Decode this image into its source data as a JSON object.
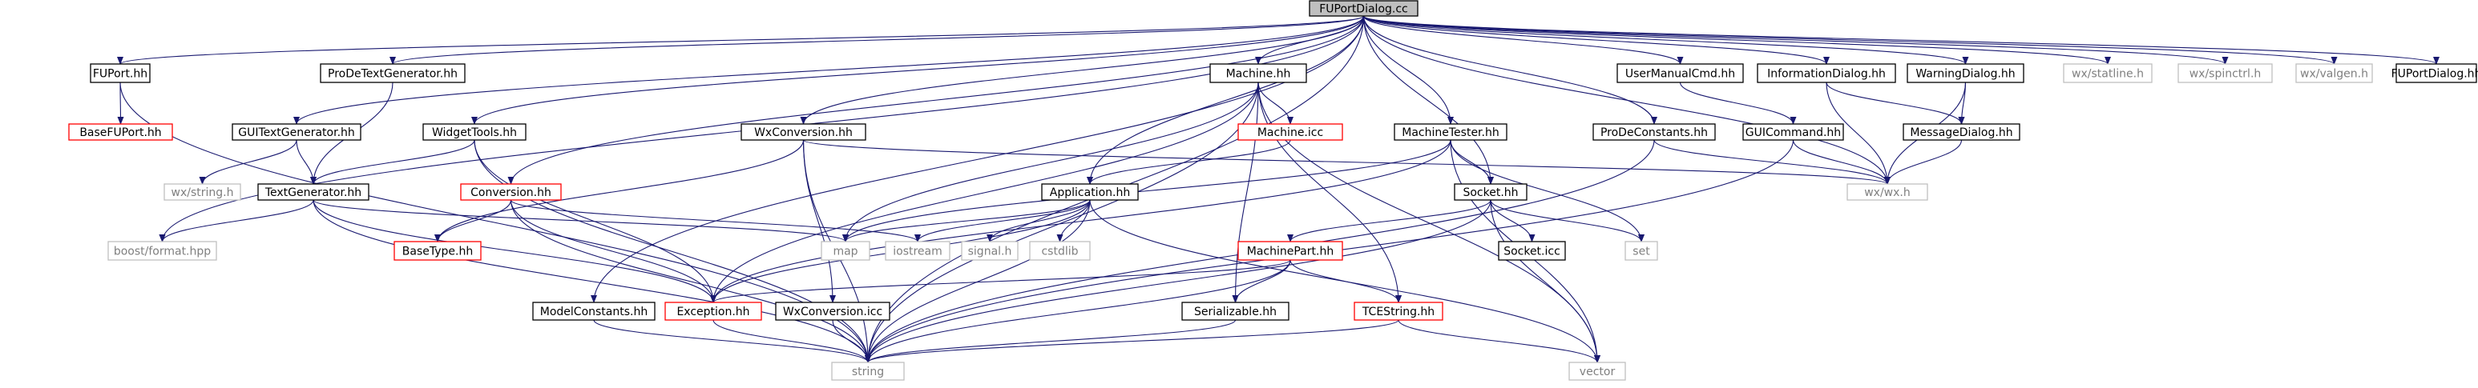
{
  "diagram": {
    "title": "FUPortDialog.cc",
    "colors": {
      "edge": "#191970",
      "edge_include_missing": "#8b1a1a",
      "node_documented": "#000000",
      "node_undocumented": "#ff0000",
      "node_external": "#bfbfbf",
      "node_root_fill": "#bfbfbf"
    },
    "nodes": [
      {
        "id": "root",
        "label": "FUPortDialog.cc",
        "kind": "root"
      },
      {
        "id": "FUPort",
        "label": "FUPort.hh",
        "kind": "black"
      },
      {
        "id": "BaseFUPort",
        "label": "BaseFUPort.hh",
        "kind": "red"
      },
      {
        "id": "GUITextGenerator",
        "label": "GUITextGenerator.hh",
        "kind": "black"
      },
      {
        "id": "ProDeTextGenerator",
        "label": "ProDeTextGenerator.hh",
        "kind": "black"
      },
      {
        "id": "wxstring",
        "label": "wx/string.h",
        "kind": "grey"
      },
      {
        "id": "TextGenerator",
        "label": "TextGenerator.hh",
        "kind": "black"
      },
      {
        "id": "boostformat",
        "label": "boost/format.hpp",
        "kind": "grey"
      },
      {
        "id": "WidgetTools",
        "label": "WidgetTools.hh",
        "kind": "black"
      },
      {
        "id": "Conversion",
        "label": "Conversion.hh",
        "kind": "red"
      },
      {
        "id": "BaseType",
        "label": "BaseType.hh",
        "kind": "red"
      },
      {
        "id": "ModelConstants",
        "label": "ModelConstants.hh",
        "kind": "black"
      },
      {
        "id": "Exception",
        "label": "Exception.hh",
        "kind": "red"
      },
      {
        "id": "WxConversion",
        "label": "WxConversion.hh",
        "kind": "black"
      },
      {
        "id": "WxConversionicc",
        "label": "WxConversion.icc",
        "kind": "black"
      },
      {
        "id": "string",
        "label": "string",
        "kind": "grey"
      },
      {
        "id": "map",
        "label": "map",
        "kind": "grey"
      },
      {
        "id": "iostream",
        "label": "iostream",
        "kind": "grey"
      },
      {
        "id": "signalh",
        "label": "signal.h",
        "kind": "grey"
      },
      {
        "id": "cstdlib",
        "label": "cstdlib",
        "kind": "grey"
      },
      {
        "id": "Machine",
        "label": "Machine.hh",
        "kind": "black"
      },
      {
        "id": "Machineicc",
        "label": "Machine.icc",
        "kind": "red"
      },
      {
        "id": "Application",
        "label": "Application.hh",
        "kind": "black"
      },
      {
        "id": "MachineTester",
        "label": "MachineTester.hh",
        "kind": "black"
      },
      {
        "id": "Socket",
        "label": "Socket.hh",
        "kind": "black"
      },
      {
        "id": "Socketicc",
        "label": "Socket.icc",
        "kind": "black"
      },
      {
        "id": "set",
        "label": "set",
        "kind": "grey"
      },
      {
        "id": "MachinePart",
        "label": "MachinePart.hh",
        "kind": "red"
      },
      {
        "id": "Serializable",
        "label": "Serializable.hh",
        "kind": "black"
      },
      {
        "id": "TCEString",
        "label": "TCEString.hh",
        "kind": "red"
      },
      {
        "id": "vector",
        "label": "vector",
        "kind": "grey"
      },
      {
        "id": "ProDeConstants",
        "label": "ProDeConstants.hh",
        "kind": "black"
      },
      {
        "id": "UserManualCmd",
        "label": "UserManualCmd.hh",
        "kind": "black"
      },
      {
        "id": "GUICommand",
        "label": "GUICommand.hh",
        "kind": "black"
      },
      {
        "id": "InformationDialog",
        "label": "InformationDialog.hh",
        "kind": "black"
      },
      {
        "id": "WarningDialog",
        "label": "WarningDialog.hh",
        "kind": "black"
      },
      {
        "id": "MessageDialog",
        "label": "MessageDialog.hh",
        "kind": "black"
      },
      {
        "id": "wxwx",
        "label": "wx/wx.h",
        "kind": "grey"
      },
      {
        "id": "wxstatline",
        "label": "wx/statline.h",
        "kind": "grey"
      },
      {
        "id": "wxspinctrl",
        "label": "wx/spinctrl.h",
        "kind": "grey"
      },
      {
        "id": "wxvalgen",
        "label": "wx/valgen.h",
        "kind": "grey"
      },
      {
        "id": "FUPortDialoghh",
        "label": "FUPortDialog.hh",
        "kind": "black"
      }
    ],
    "edges": [
      [
        "root",
        "FUPort"
      ],
      [
        "root",
        "GUITextGenerator"
      ],
      [
        "root",
        "ProDeTextGenerator"
      ],
      [
        "root",
        "WidgetTools"
      ],
      [
        "root",
        "Conversion"
      ],
      [
        "root",
        "ModelConstants"
      ],
      [
        "root",
        "WxConversion"
      ],
      [
        "root",
        "Machine"
      ],
      [
        "root",
        "Application"
      ],
      [
        "root",
        "MachineTester"
      ],
      [
        "root",
        "Socket"
      ],
      [
        "root",
        "ProDeConstants"
      ],
      [
        "root",
        "UserManualCmd"
      ],
      [
        "root",
        "InformationDialog"
      ],
      [
        "root",
        "WarningDialog"
      ],
      [
        "root",
        "wxstatline"
      ],
      [
        "root",
        "wxspinctrl"
      ],
      [
        "root",
        "wxvalgen"
      ],
      [
        "root",
        "FUPortDialoghh"
      ],
      [
        "root",
        "string"
      ],
      [
        "root",
        "boostformat"
      ],
      [
        "root",
        "wxwx"
      ],
      [
        "FUPort",
        "BaseFUPort"
      ],
      [
        "FUPort",
        "string"
      ],
      [
        "GUITextGenerator",
        "wxstring"
      ],
      [
        "GUITextGenerator",
        "TextGenerator"
      ],
      [
        "ProDeTextGenerator",
        "TextGenerator"
      ],
      [
        "TextGenerator",
        "boostformat"
      ],
      [
        "TextGenerator",
        "string"
      ],
      [
        "TextGenerator",
        "map"
      ],
      [
        "TextGenerator",
        "Exception"
      ],
      [
        "WidgetTools",
        "TextGenerator"
      ],
      [
        "WidgetTools",
        "Exception"
      ],
      [
        "WidgetTools",
        "string"
      ],
      [
        "Conversion",
        "BaseType"
      ],
      [
        "Conversion",
        "Exception"
      ],
      [
        "Conversion",
        "string"
      ],
      [
        "Conversion",
        "iostream"
      ],
      [
        "ModelConstants",
        "string"
      ],
      [
        "Exception",
        "string"
      ],
      [
        "WxConversion",
        "BaseType"
      ],
      [
        "WxConversion",
        "wxwx"
      ],
      [
        "WxConversion",
        "string"
      ],
      [
        "WxConversion",
        "WxConversionicc"
      ],
      [
        "WxConversionicc",
        "string"
      ],
      [
        "Machine",
        "Machineicc"
      ],
      [
        "Machine",
        "Serializable"
      ],
      [
        "Machine",
        "TCEString"
      ],
      [
        "Machine",
        "Exception"
      ],
      [
        "Machine",
        "string"
      ],
      [
        "Machine",
        "vector"
      ],
      [
        "Machine",
        "map"
      ],
      [
        "Machineicc",
        "Application"
      ],
      [
        "Application",
        "map"
      ],
      [
        "Application",
        "iostream"
      ],
      [
        "Application",
        "signalh"
      ],
      [
        "Application",
        "cstdlib"
      ],
      [
        "Application",
        "Exception"
      ],
      [
        "Application",
        "string"
      ],
      [
        "Application",
        "vector"
      ],
      [
        "MachineTester",
        "Socket"
      ],
      [
        "MachineTester",
        "Exception"
      ],
      [
        "MachineTester",
        "set"
      ],
      [
        "MachineTester",
        "vector"
      ],
      [
        "MachineTester",
        "map"
      ],
      [
        "Socket",
        "MachinePart"
      ],
      [
        "Socket",
        "Socketicc"
      ],
      [
        "Socket",
        "set"
      ],
      [
        "Socket",
        "vector"
      ],
      [
        "Socket",
        "string"
      ],
      [
        "MachinePart",
        "Serializable"
      ],
      [
        "MachinePart",
        "TCEString"
      ],
      [
        "MachinePart",
        "Exception"
      ],
      [
        "MachinePart",
        "string"
      ],
      [
        "TCEString",
        "string"
      ],
      [
        "TCEString",
        "vector"
      ],
      [
        "Serializable",
        "string"
      ],
      [
        "ProDeConstants",
        "wxwx"
      ],
      [
        "ProDeConstants",
        "string"
      ],
      [
        "UserManualCmd",
        "GUICommand"
      ],
      [
        "GUICommand",
        "wxwx"
      ],
      [
        "GUICommand",
        "string"
      ],
      [
        "InformationDialog",
        "MessageDialog"
      ],
      [
        "InformationDialog",
        "wxwx"
      ],
      [
        "WarningDialog",
        "MessageDialog"
      ],
      [
        "WarningDialog",
        "wxwx"
      ],
      [
        "MessageDialog",
        "wxwx"
      ]
    ]
  }
}
